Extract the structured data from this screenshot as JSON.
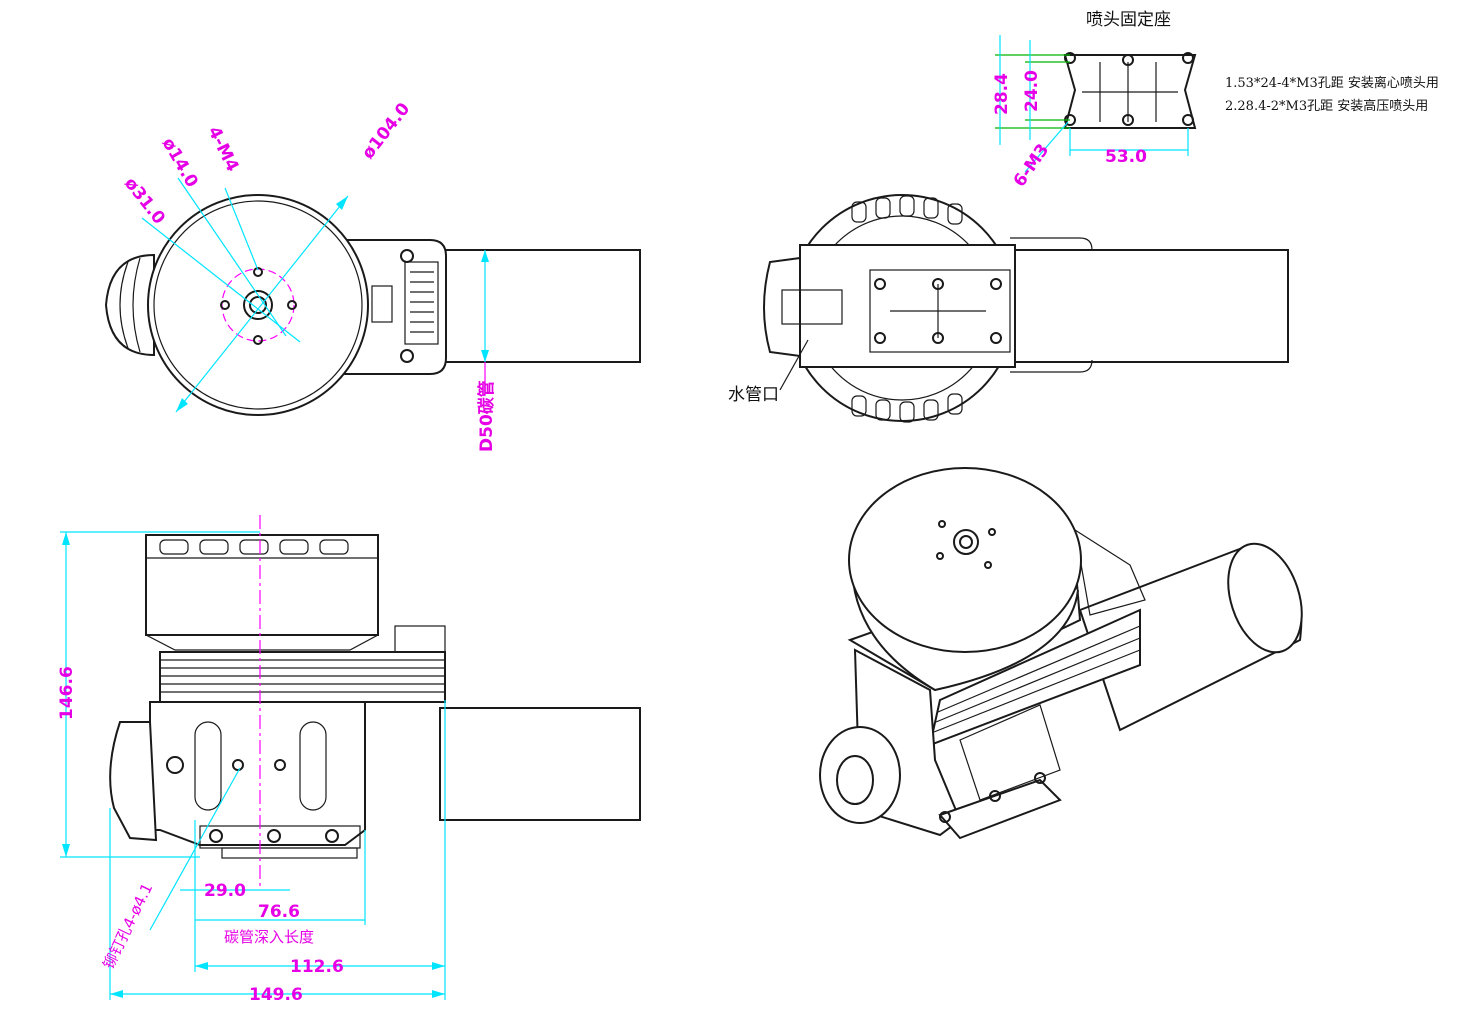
{
  "views": {
    "top": {
      "dims": {
        "d104": "ø104.0",
        "d31": "ø31.0",
        "d14": "ø14.0",
        "m4": "4-M4",
        "tube": "D50碳管"
      }
    },
    "bottom": {
      "label_water": "水管口"
    },
    "nozzle_mount": {
      "title": "喷头固定座",
      "dims": {
        "h284": "28.4",
        "h240": "24.0",
        "w530": "53.0",
        "m3": "6-M3"
      },
      "notes": [
        "1.53*24-4*M3孔距 安装离心喷头用",
        "2.28.4-2*M3孔距  安装高压喷头用"
      ]
    },
    "side": {
      "dims": {
        "height": "146.6",
        "d290": "29.0",
        "d766": "76.6",
        "insert": "碳管深入长度",
        "d1126": "112.6",
        "d1496": "149.6",
        "rivet": "铆钉孔4-ø4.1"
      }
    }
  },
  "colors": {
    "dimension_cyan": "#00e5ff",
    "dimension_magenta": "#ff00ff",
    "dimension_text": "#e600e6",
    "mount_green": "#00b400",
    "line": "#1a1a1a"
  }
}
